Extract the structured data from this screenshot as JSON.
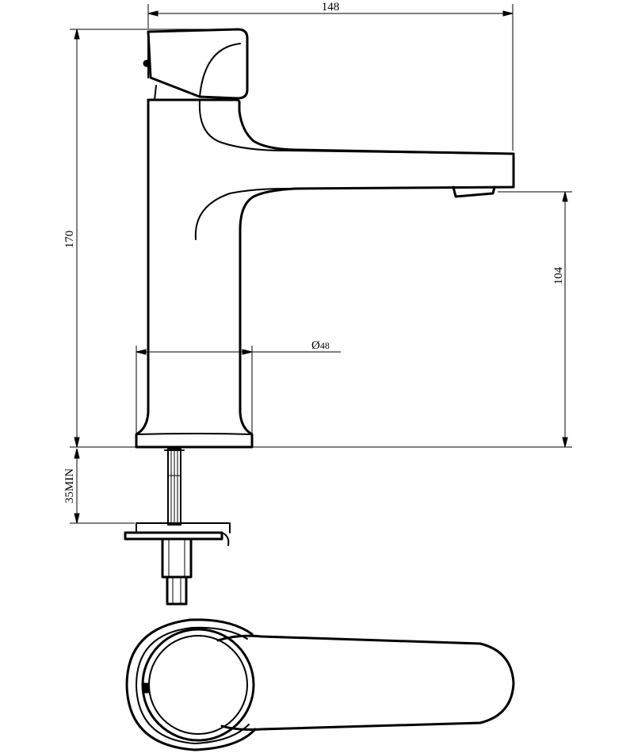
{
  "dimensions": {
    "overall_width": "148",
    "overall_height": "170",
    "spout_height": "104",
    "body_diameter_prefix": "Ø",
    "body_diameter": "48",
    "min_deck_thickness": "35MIN"
  },
  "colors": {
    "line": "#000000",
    "background": "#ffffff"
  }
}
